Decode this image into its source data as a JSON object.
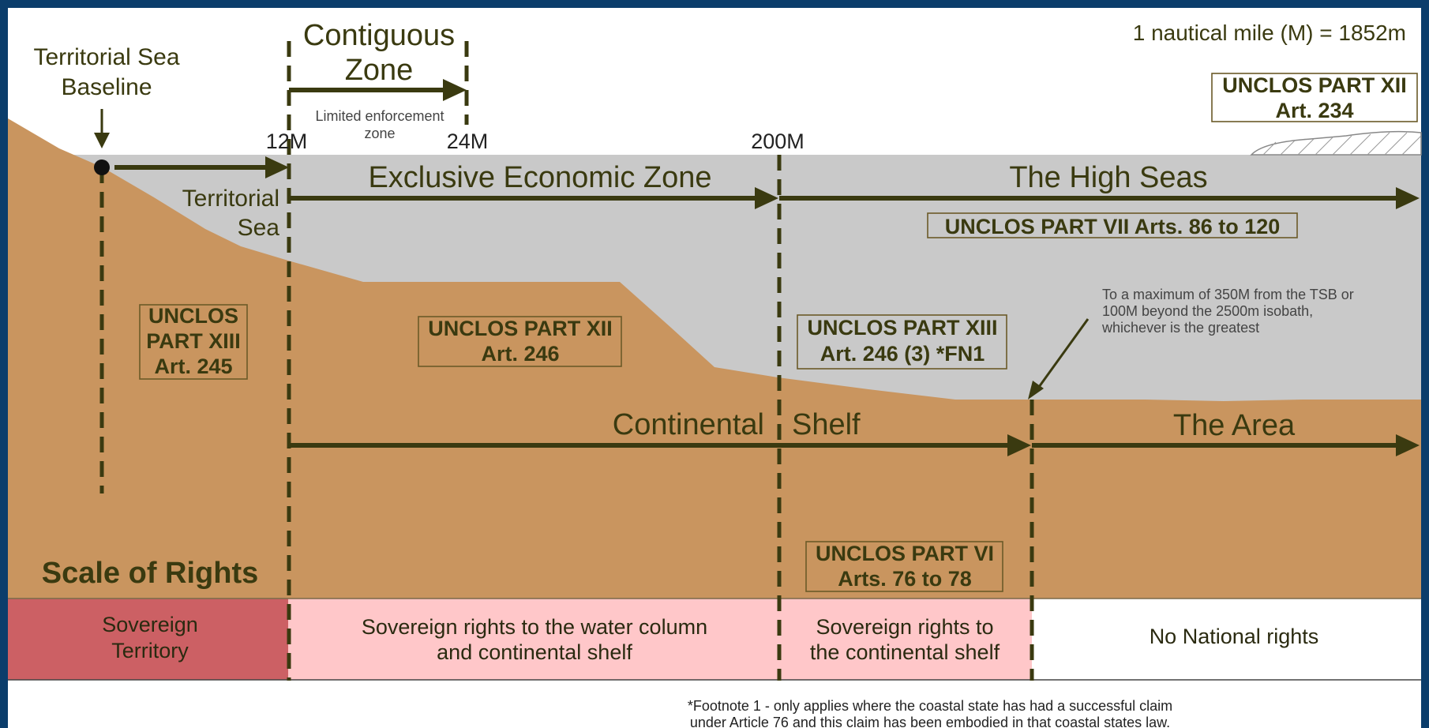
{
  "header": {
    "nm_note": "1 nautical mile (M) = 1852m"
  },
  "zones": {
    "baseline_line1": "Territorial Sea",
    "baseline_line2": "Baseline",
    "contiguous_line1": "Contiguous",
    "contiguous_line2": "Zone",
    "limited_line1": "Limited enforcement",
    "limited_line2": "zone",
    "territorial_line1": "Territorial",
    "territorial_line2": "Sea",
    "eez": "Exclusive Economic Zone",
    "high_seas": "The High Seas",
    "continental": "Continental",
    "shelf": "Shelf",
    "area": "The Area"
  },
  "ticks": {
    "t12": "12M",
    "t24": "24M",
    "t200": "200M"
  },
  "boxes": {
    "part12_234_line1": "UNCLOS PART XII",
    "part12_234_line2": "Art. 234",
    "part7": "UNCLOS PART VII  Arts. 86 to 120",
    "part13_245_line1": "UNCLOS",
    "part13_245_line2": "PART XIII",
    "part13_245_line3": "Art. 245",
    "part12_246_line1": "UNCLOS PART XII",
    "part12_246_line2": "Art. 246",
    "part13_2463_line1": "UNCLOS PART XIII",
    "part13_2463_line2": "Art. 246 (3)  *FN1",
    "part6_line1": "UNCLOS PART VI",
    "part6_line2": "Arts. 76 to 78"
  },
  "annotation": {
    "line1": "To a maximum of 350M from the TSB or",
    "line2": "100M beyond the 2500m isobath,",
    "line3": "whichever is the greatest"
  },
  "scale": {
    "title": "Scale of Rights",
    "sovereign_line1": "Sovereign",
    "sovereign_line2": "Territory",
    "water_line1": "Sovereign rights to the water column",
    "water_line2": "and continental shelf",
    "shelf_line1": "Sovereign rights to",
    "shelf_line2": "the continental shelf",
    "none": "No National rights"
  },
  "footnote": {
    "line1": "*Footnote 1 - only applies where the coastal state has had a successful claim",
    "line2": "under Article 76 and this claim has been embodied in that coastal states law."
  },
  "colors": {
    "frame": "#0b3d6b",
    "sea": "#c9c9c9",
    "land": "#c9955f",
    "sovereign": "#cc6064",
    "rights": "#ffc7c9",
    "ink": "#3a3a10"
  }
}
